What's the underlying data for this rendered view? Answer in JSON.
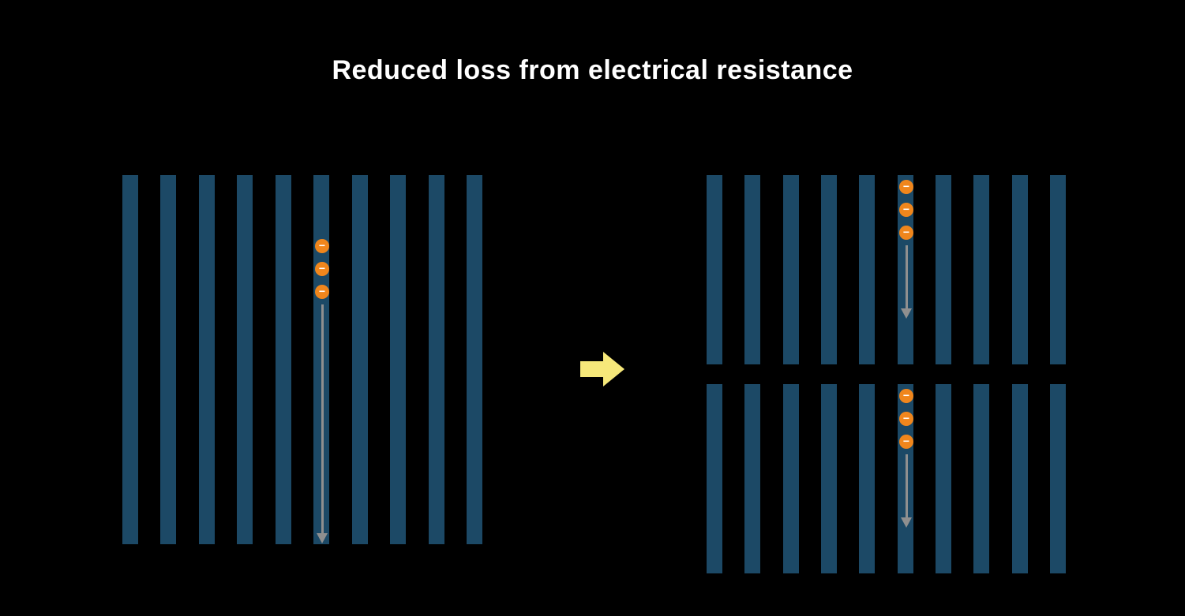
{
  "title": "Reduced loss from electrical resistance",
  "electron_symbol": "−",
  "colors": {
    "background": "#000000",
    "title_text": "#ffffff",
    "cell_bar": "#1c4966",
    "electron_fill": "#f0861c",
    "electron_symbol": "#ffffff",
    "current_arrow": "#8f8f8f",
    "transition_arrow": "#f6e87a"
  },
  "panels": [
    {
      "id": "single-cell",
      "bar_count": 10,
      "electron_count": 3
    },
    {
      "id": "split-cell-top",
      "bar_count": 10,
      "electron_count": 3
    },
    {
      "id": "split-cell-bottom",
      "bar_count": 10,
      "electron_count": 3
    }
  ]
}
